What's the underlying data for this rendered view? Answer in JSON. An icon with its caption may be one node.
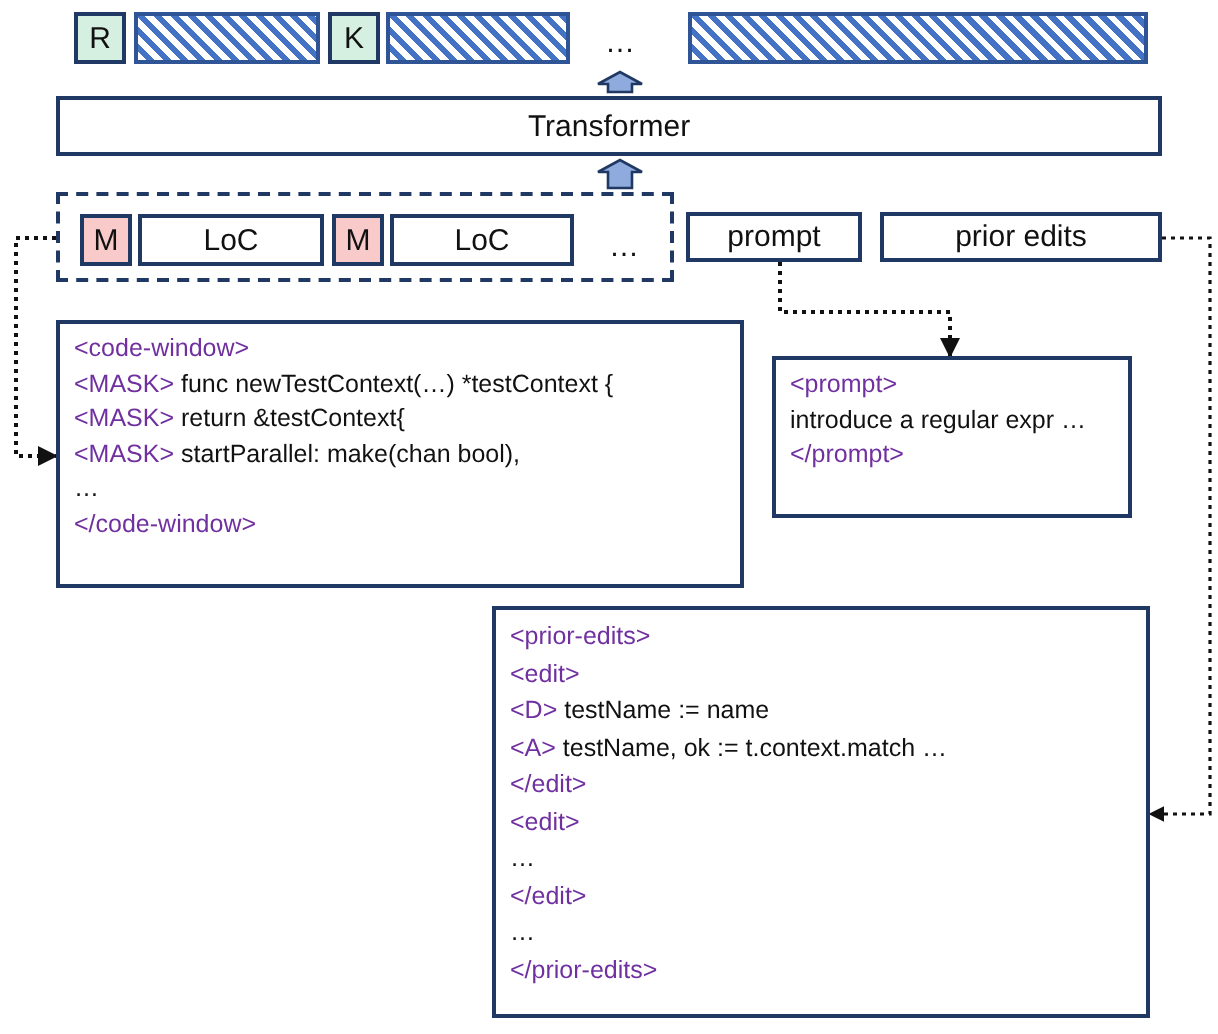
{
  "diagram": {
    "nodes": [
      {
        "text": [
          "R"
        ]
      },
      {
        "text": [],
        "shape": "bar"
      },
      {
        "text": [
          "K"
        ]
      },
      {
        "text": [],
        "shape": "bar"
      },
      {
        "text": [
          "…"
        ]
      },
      {
        "text": [],
        "shape": "bar"
      },
      {
        "text": [
          "Transformer"
        ]
      },
      {
        "text": [],
        "shape": "box"
      },
      {
        "text": [
          "M"
        ],
        "in": 7
      },
      {
        "text": [
          "LoC"
        ],
        "in": 7
      },
      {
        "text": [
          "M"
        ],
        "in": 7
      },
      {
        "text": [
          "LoC"
        ],
        "in": 7
      },
      {
        "text": [
          "…"
        ],
        "in": 7
      },
      {
        "text": [
          "prompt"
        ]
      },
      {
        "text": [
          "prior edits"
        ]
      },
      {
        "text": [
          "<code-window>",
          "<MASK> func newTestContext(…) *testContext {",
          "<MASK> return &testContext{",
          "<MASK> startParallel: make(chan bool),",
          "…",
          "</code-window>"
        ]
      },
      {
        "text": [
          "<prompt>",
          "introduce a regular expr …",
          "</prompt>"
        ]
      },
      {
        "text": [
          "<prior-edits>",
          "<edit>",
          "<D> testName := name",
          "<A> testName, ok := t.context.match …",
          "</edit>",
          "<edit>",
          "…",
          "</edit>",
          "…",
          "</prior-edits>"
        ]
      }
    ],
    "edges": [
      {
        "from": 7,
        "to": 6,
        "arrow": "to",
        "style": "thick",
        "color": "#8faadc"
      },
      {
        "from": 6,
        "to": 4,
        "arrow": "to",
        "style": "thick",
        "color": "#8faadc"
      },
      {
        "from": 7,
        "to": 15,
        "arrow": "to",
        "style": "dashed"
      },
      {
        "from": 13,
        "to": 16,
        "arrow": "to",
        "style": "dashed"
      },
      {
        "from": 14,
        "to": 17,
        "arrow": "to",
        "style": "dashed"
      }
    ]
  }
}
